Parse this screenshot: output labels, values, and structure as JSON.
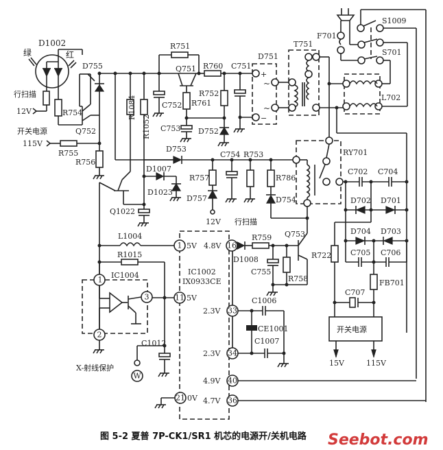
{
  "caption": "图 5-2   夏普 7P-CK1/SR1 机芯的电源开/关机电路",
  "watermark": "Seebot.com",
  "colors": {
    "ink": "#222222",
    "background": "#ffffff",
    "watermark": "#d23a3a"
  },
  "components": {
    "D1002": "D1002",
    "led_green": "绿",
    "led_red": "红",
    "D755": "D755",
    "R754": "R754",
    "Q752": "Q752",
    "R755": "R755",
    "R756": "R756",
    "R1084": "R1084",
    "R1052": "R1052",
    "Q1022": "Q1022",
    "D1007": "D1007",
    "D1023": "D1023",
    "R751": "R751",
    "Q751": "Q751",
    "R760": "R760",
    "C751": "C751",
    "C752": "C752",
    "R761": "R761",
    "R752": "R752",
    "C753": "C753",
    "D752": "D752",
    "D751": "D751",
    "T751": "T751",
    "F701": "F701",
    "S1009": "S1009",
    "S701": "S701",
    "L702": "L702",
    "D753": "D753",
    "C754": "C754",
    "R753": "R753",
    "R757": "R757",
    "D757": "D757",
    "R786": "R786",
    "D754": "D754",
    "RY701": "RY701",
    "Q753": "Q753",
    "C702": "C702",
    "C704": "C704",
    "D702": "D702",
    "D701": "D701",
    "D704": "D704",
    "D703": "D703",
    "C705": "C705",
    "C706": "C706",
    "R722": "R722",
    "FB701": "FB701",
    "C707": "C707",
    "L1004": "L1004",
    "R1015": "R1015",
    "IC1004": "IC1004",
    "IC1002": "IC1002",
    "IC1002_part": "IX0933CE",
    "R759": "R759",
    "D1008": "D1008",
    "C755": "C755",
    "R758": "R758",
    "C1006": "C1006",
    "CE1001": "CE1001",
    "C1007": "C1007",
    "C1012": "C1012"
  },
  "labels": {
    "hscan": "行扫描",
    "v12": "12V",
    "smps": "开关电源",
    "v115": "115V",
    "v12_b": "12V",
    "hscan_b": "行扫描",
    "xray": "X-射线保护",
    "w_terminal": "W",
    "smps_box": "开关电源",
    "out_15v": "15V",
    "out_115v": "115V",
    "plus": "+",
    "minus": "−",
    "ac1": "~",
    "ac2": "~"
  },
  "ic1002_pins": [
    {
      "pin": "1",
      "voltage": "5V"
    },
    {
      "pin": "16",
      "voltage": "4.8V"
    },
    {
      "pin": "11",
      "voltage": "5V"
    },
    {
      "pin": "33",
      "voltage": "2.3V"
    },
    {
      "pin": "34",
      "voltage": "2.3V"
    },
    {
      "pin": "40",
      "voltage": "4.9V"
    },
    {
      "pin": "36",
      "voltage": "4.7V"
    },
    {
      "pin": "21",
      "voltage": "0V"
    }
  ],
  "ic1004_pins": [
    "1",
    "2",
    "3"
  ]
}
